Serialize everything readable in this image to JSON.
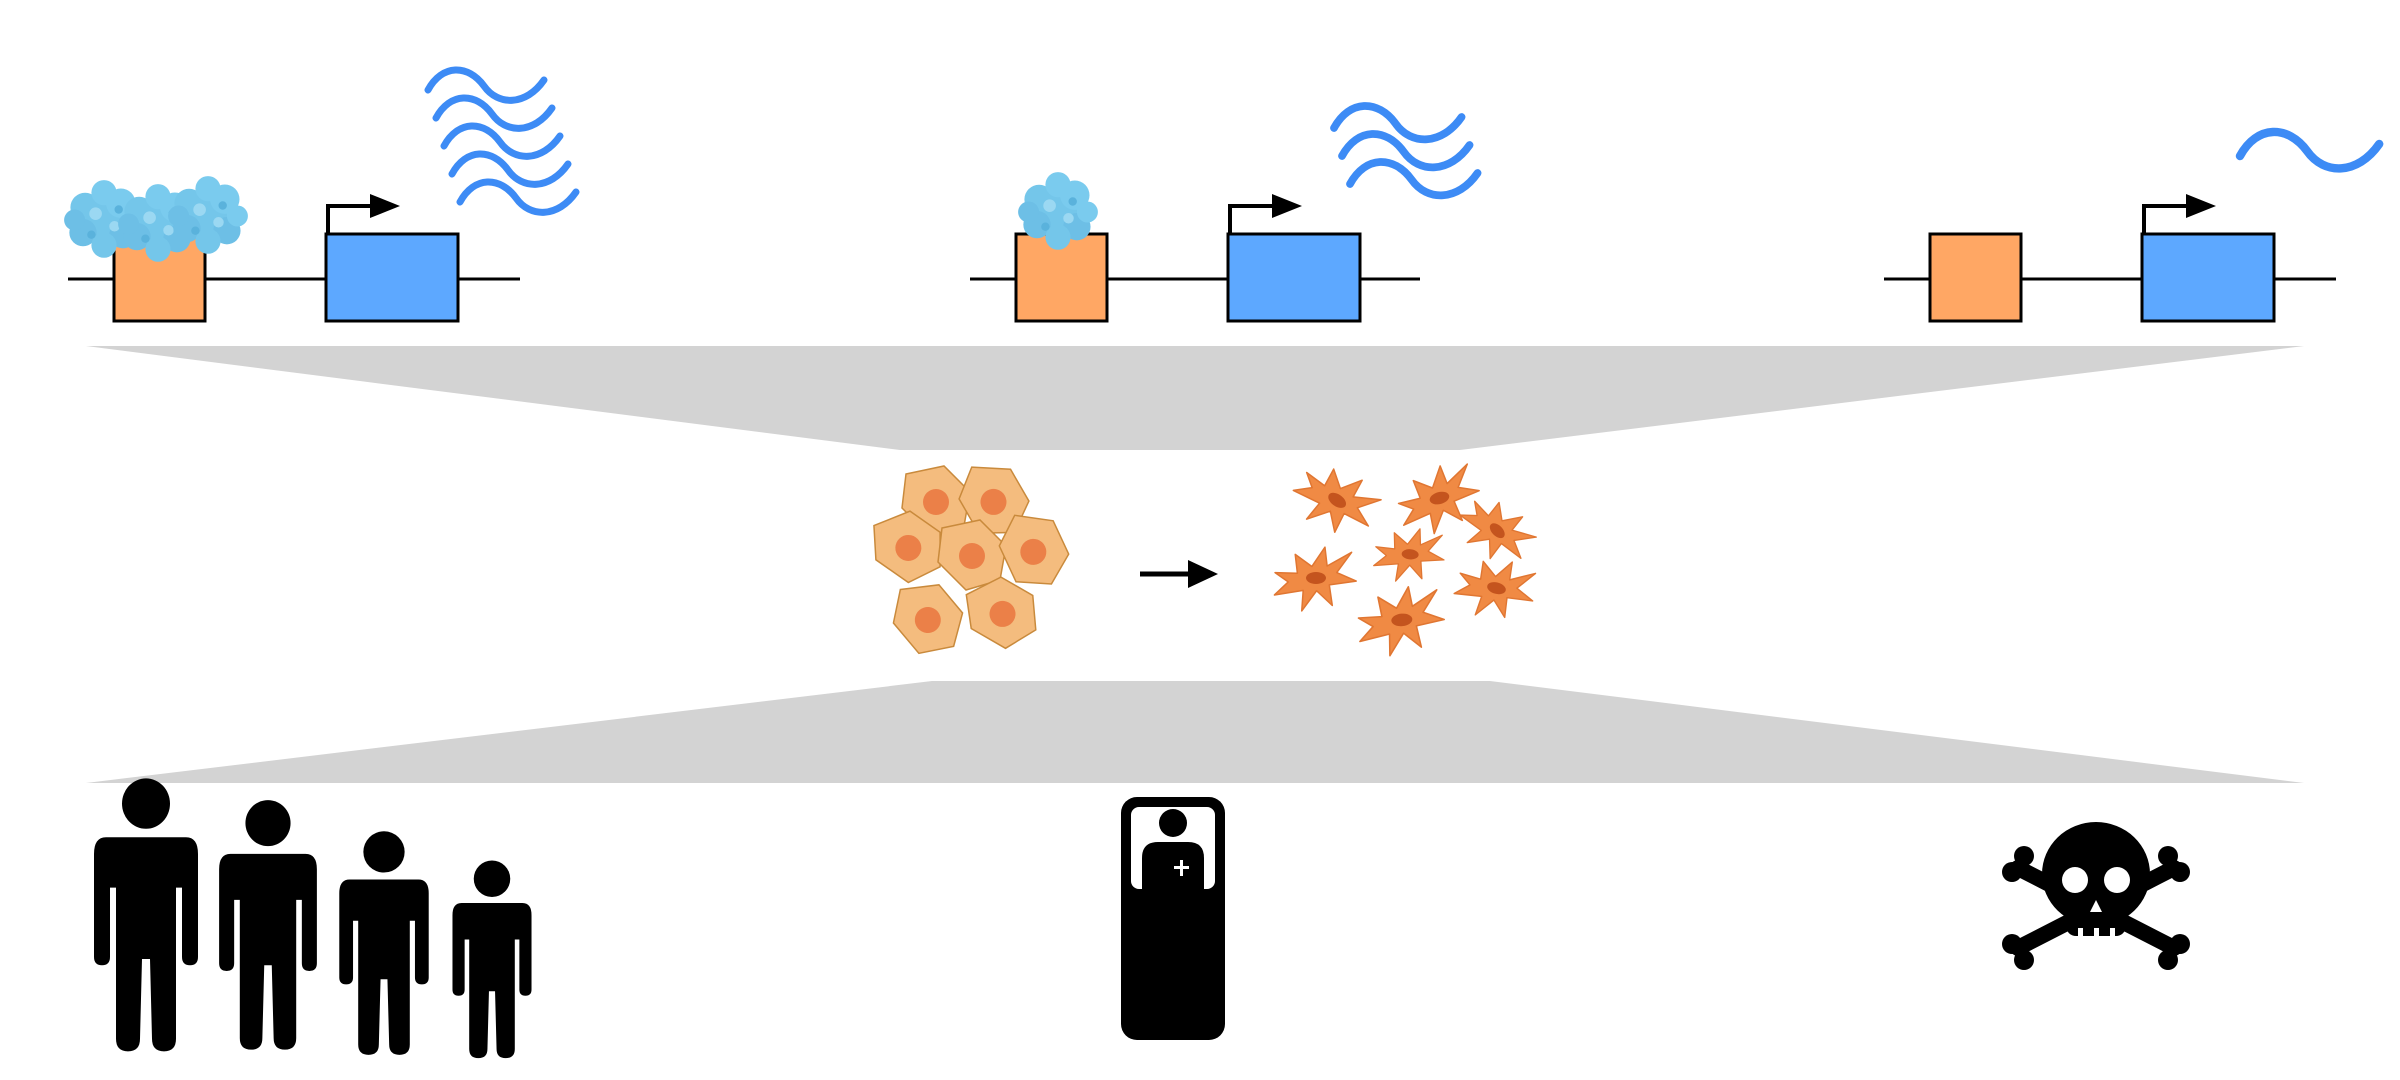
{
  "figure": {
    "description_icons": [
      "protein-cluster-icon",
      "gene-construct-icon",
      "mrna-transcript-icon",
      "epithelial-cell-cluster-icon",
      "mesenchymal-cell-icon",
      "process-arrow-icon",
      "person-icon",
      "hospital-bed-patient-icon",
      "skull-crossbones-icon"
    ],
    "colors": {
      "promoter_orange": "#FFA764",
      "gene_blue": "#5DA8FF",
      "mrna_blue": "#3D8BF5",
      "protein_blue": "#74C6EA",
      "funnel_gray": "#D3D3D3",
      "epithelial_fill": "#F4BC7E",
      "epithelial_nucleus": "#EB8048",
      "mesenchymal_fill": "#F08A44",
      "mesenchymal_nucleus": "#C4541E",
      "icon_black": "#000000"
    },
    "constructs": [
      {
        "protein_count": 3,
        "transcript_count": 5
      },
      {
        "protein_count": 1,
        "transcript_count": 3
      },
      {
        "protein_count": 0,
        "transcript_count": 1
      }
    ],
    "outcomes": {
      "people_count": 4
    }
  }
}
